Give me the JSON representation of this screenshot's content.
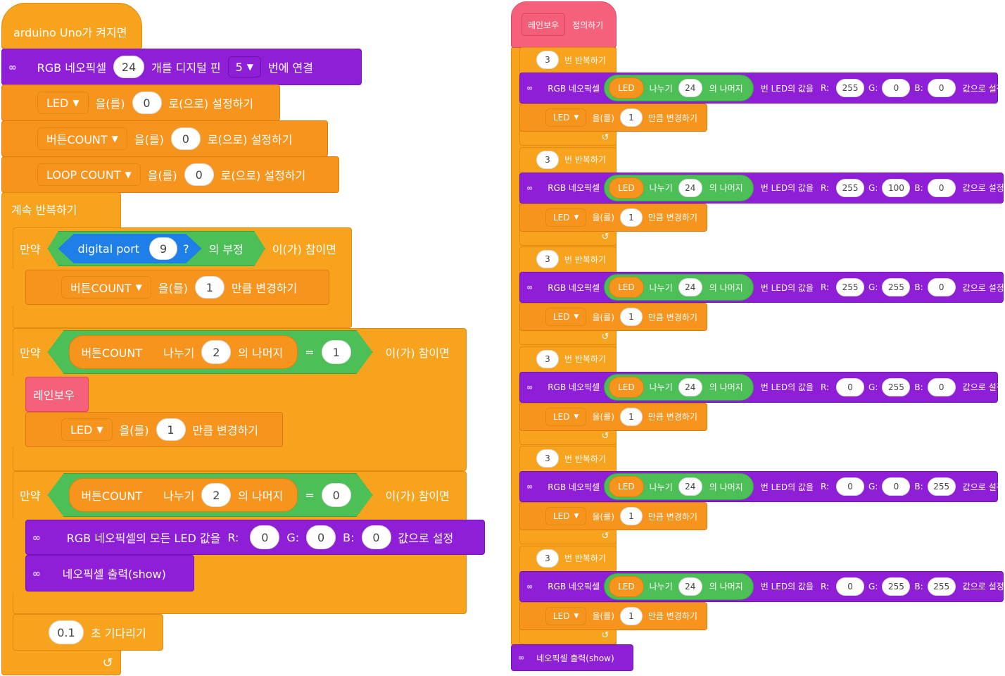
{
  "left": {
    "hat_start": "arduino Uno가 켜지면",
    "neopixel_connect": {
      "icon": "neopixel-icon",
      "pre": "RGB 네오픽셀",
      "count": "24",
      "mid": "개를 디지털 핀",
      "pin": "5",
      "post": "번에 연결"
    },
    "set1": {
      "var": "LED",
      "a": "을(를)",
      "val": "0",
      "b": "로(으로) 설정하기"
    },
    "set2": {
      "var": "버튼COUNT",
      "a": "을(를)",
      "val": "0",
      "b": "로(으로) 설정하기"
    },
    "set3": {
      "var": "LOOP COUNT",
      "a": "을(를)",
      "val": "0",
      "b": "로(으로) 설정하기"
    },
    "forever": "계속 반복하기",
    "if1": {
      "kw": "만약",
      "sensor": "digital port",
      "port": "9",
      "q": "?",
      "not": "의 부정",
      "then": "이(가) 참이면"
    },
    "change1": {
      "var": "버튼COUNT",
      "a": "을(를)",
      "val": "1",
      "b": "만큼 변경하기"
    },
    "if2": {
      "kw": "만약",
      "var": "버튼COUNT",
      "div": "나누기",
      "n": "2",
      "mod": "의 나머지",
      "eq": "=",
      "cmp": "1",
      "then": "이(가) 참이면"
    },
    "rainbow_call": "레인보우",
    "change2": {
      "var": "LED",
      "a": "을(를)",
      "val": "1",
      "b": "만큼 변경하기"
    },
    "if3": {
      "kw": "만약",
      "var": "버튼COUNT",
      "div": "나누기",
      "n": "2",
      "mod": "의 나머지",
      "eq": "=",
      "cmp": "0",
      "then": "이(가) 참이면"
    },
    "setall": {
      "pre": "RGB 네오픽셀의 모든 LED 값을",
      "r_label": "R:",
      "r": "0",
      "g_label": "G:",
      "g": "0",
      "b_label": "B:",
      "b": "0",
      "post": "값으로 설정"
    },
    "show": "네오픽셀 출력(show)",
    "wait": {
      "val": "0.1",
      "label": "초 기다리기"
    }
  },
  "right": {
    "define": {
      "name": "레인보우",
      "label": "정의하기"
    },
    "repeat_count": "3",
    "repeat_label": "번 반복하기",
    "set_pre": "RGB 네오픽셀",
    "set_led": "LED",
    "set_div": "나누기",
    "set_n": "24",
    "set_mod": "의 나머지",
    "set_mid": "번 LED의 값을",
    "r_label": "R:",
    "g_label": "G:",
    "b_label": "B:",
    "change_var": "LED",
    "change_a": "을(를)",
    "change_val": "1",
    "change_b": "만큼 변경하기",
    "loops": [
      {
        "r": "255",
        "g": "0",
        "b": "0",
        "post": "값으로 설정"
      },
      {
        "r": "255",
        "g": "100",
        "b": "0",
        "post": "값으로 설정"
      },
      {
        "r": "255",
        "g": "255",
        "b": "0",
        "post": "값으로 설정"
      },
      {
        "r": "0",
        "g": "255",
        "b": "0",
        "post": "값으로 설정"
      },
      {
        "r": "0",
        "g": "0",
        "b": "255",
        "post": "값으로 설정"
      },
      {
        "r": "0",
        "g": "255",
        "b": "255",
        "post": "값으로 설정"
      }
    ],
    "show": "네오픽셀 출력(show)"
  }
}
